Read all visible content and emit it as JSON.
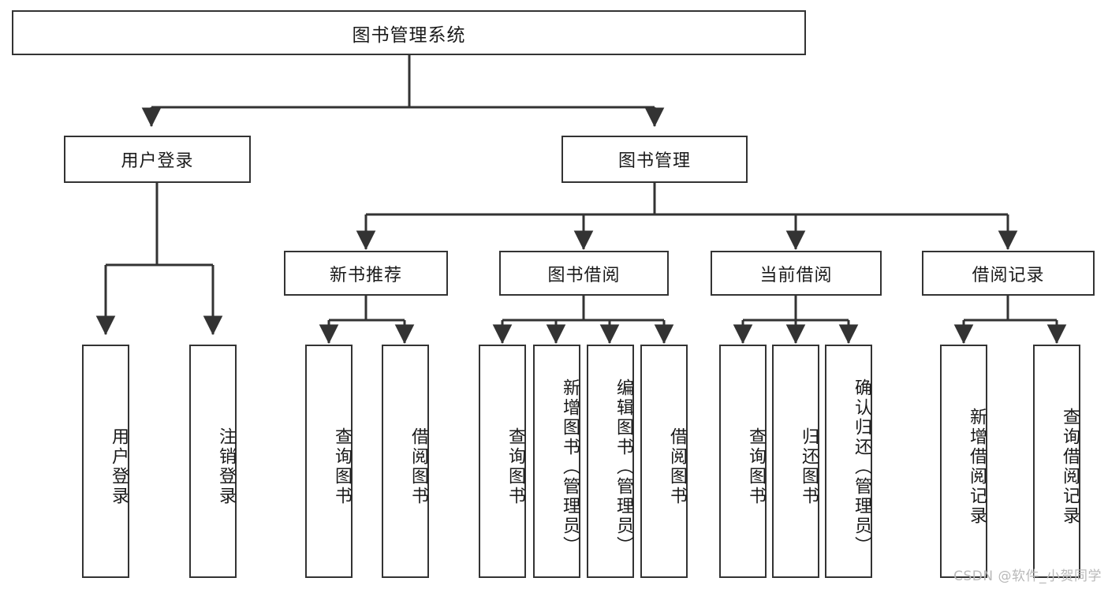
{
  "diagram": {
    "type": "tree-hierarchy",
    "title": "图书管理系统",
    "stroke_color": "#333333",
    "background_color": "#ffffff",
    "text_color": "#1a1a1a",
    "watermark": "CSDN @软件_小贺同学",
    "levels": {
      "root": "图书管理系统",
      "level1": [
        "用户登录",
        "图书管理"
      ],
      "level2": [
        "新书推荐",
        "图书借阅",
        "当前借阅",
        "借阅记录"
      ]
    },
    "nodes": {
      "root": {
        "label": "图书管理系统"
      },
      "user_login": {
        "label": "用户登录"
      },
      "book_manage": {
        "label": "图书管理"
      },
      "new_book_rec": {
        "label": "新书推荐"
      },
      "book_borrow": {
        "label": "图书借阅"
      },
      "current_borrow": {
        "label": "当前借阅"
      },
      "borrow_record": {
        "label": "借阅记录"
      },
      "leaf_user_login": {
        "label": "用户登录"
      },
      "leaf_logout": {
        "label": "注销登录"
      },
      "leaf_query_book_1": {
        "label": "查询图书"
      },
      "leaf_borrow_book_1": {
        "label": "借阅图书"
      },
      "leaf_query_book_2": {
        "label": "查询图书"
      },
      "leaf_add_book_admin": {
        "label": "新增图书（管理员）"
      },
      "leaf_edit_book_admin": {
        "label": "编辑图书（管理员）"
      },
      "leaf_borrow_book_2": {
        "label": "借阅图书"
      },
      "leaf_query_book_3": {
        "label": "查询图书"
      },
      "leaf_return_book": {
        "label": "归还图书"
      },
      "leaf_confirm_return_admin": {
        "label": "确认归还（管理员）"
      },
      "leaf_add_record": {
        "label": "新增借阅记录"
      },
      "leaf_query_record": {
        "label": "查询借阅记录"
      }
    },
    "edges": [
      {
        "from": "root",
        "to": "user_login"
      },
      {
        "from": "root",
        "to": "book_manage"
      },
      {
        "from": "user_login",
        "to": "leaf_user_login"
      },
      {
        "from": "user_login",
        "to": "leaf_logout"
      },
      {
        "from": "book_manage",
        "to": "new_book_rec"
      },
      {
        "from": "book_manage",
        "to": "book_borrow"
      },
      {
        "from": "book_manage",
        "to": "current_borrow"
      },
      {
        "from": "book_manage",
        "to": "borrow_record"
      },
      {
        "from": "new_book_rec",
        "to": "leaf_query_book_1"
      },
      {
        "from": "new_book_rec",
        "to": "leaf_borrow_book_1"
      },
      {
        "from": "book_borrow",
        "to": "leaf_query_book_2"
      },
      {
        "from": "book_borrow",
        "to": "leaf_add_book_admin"
      },
      {
        "from": "book_borrow",
        "to": "leaf_edit_book_admin"
      },
      {
        "from": "book_borrow",
        "to": "leaf_borrow_book_2"
      },
      {
        "from": "current_borrow",
        "to": "leaf_query_book_3"
      },
      {
        "from": "current_borrow",
        "to": "leaf_return_book"
      },
      {
        "from": "current_borrow",
        "to": "leaf_confirm_return_admin"
      },
      {
        "from": "borrow_record",
        "to": "leaf_add_record"
      },
      {
        "from": "borrow_record",
        "to": "leaf_query_record"
      }
    ]
  }
}
